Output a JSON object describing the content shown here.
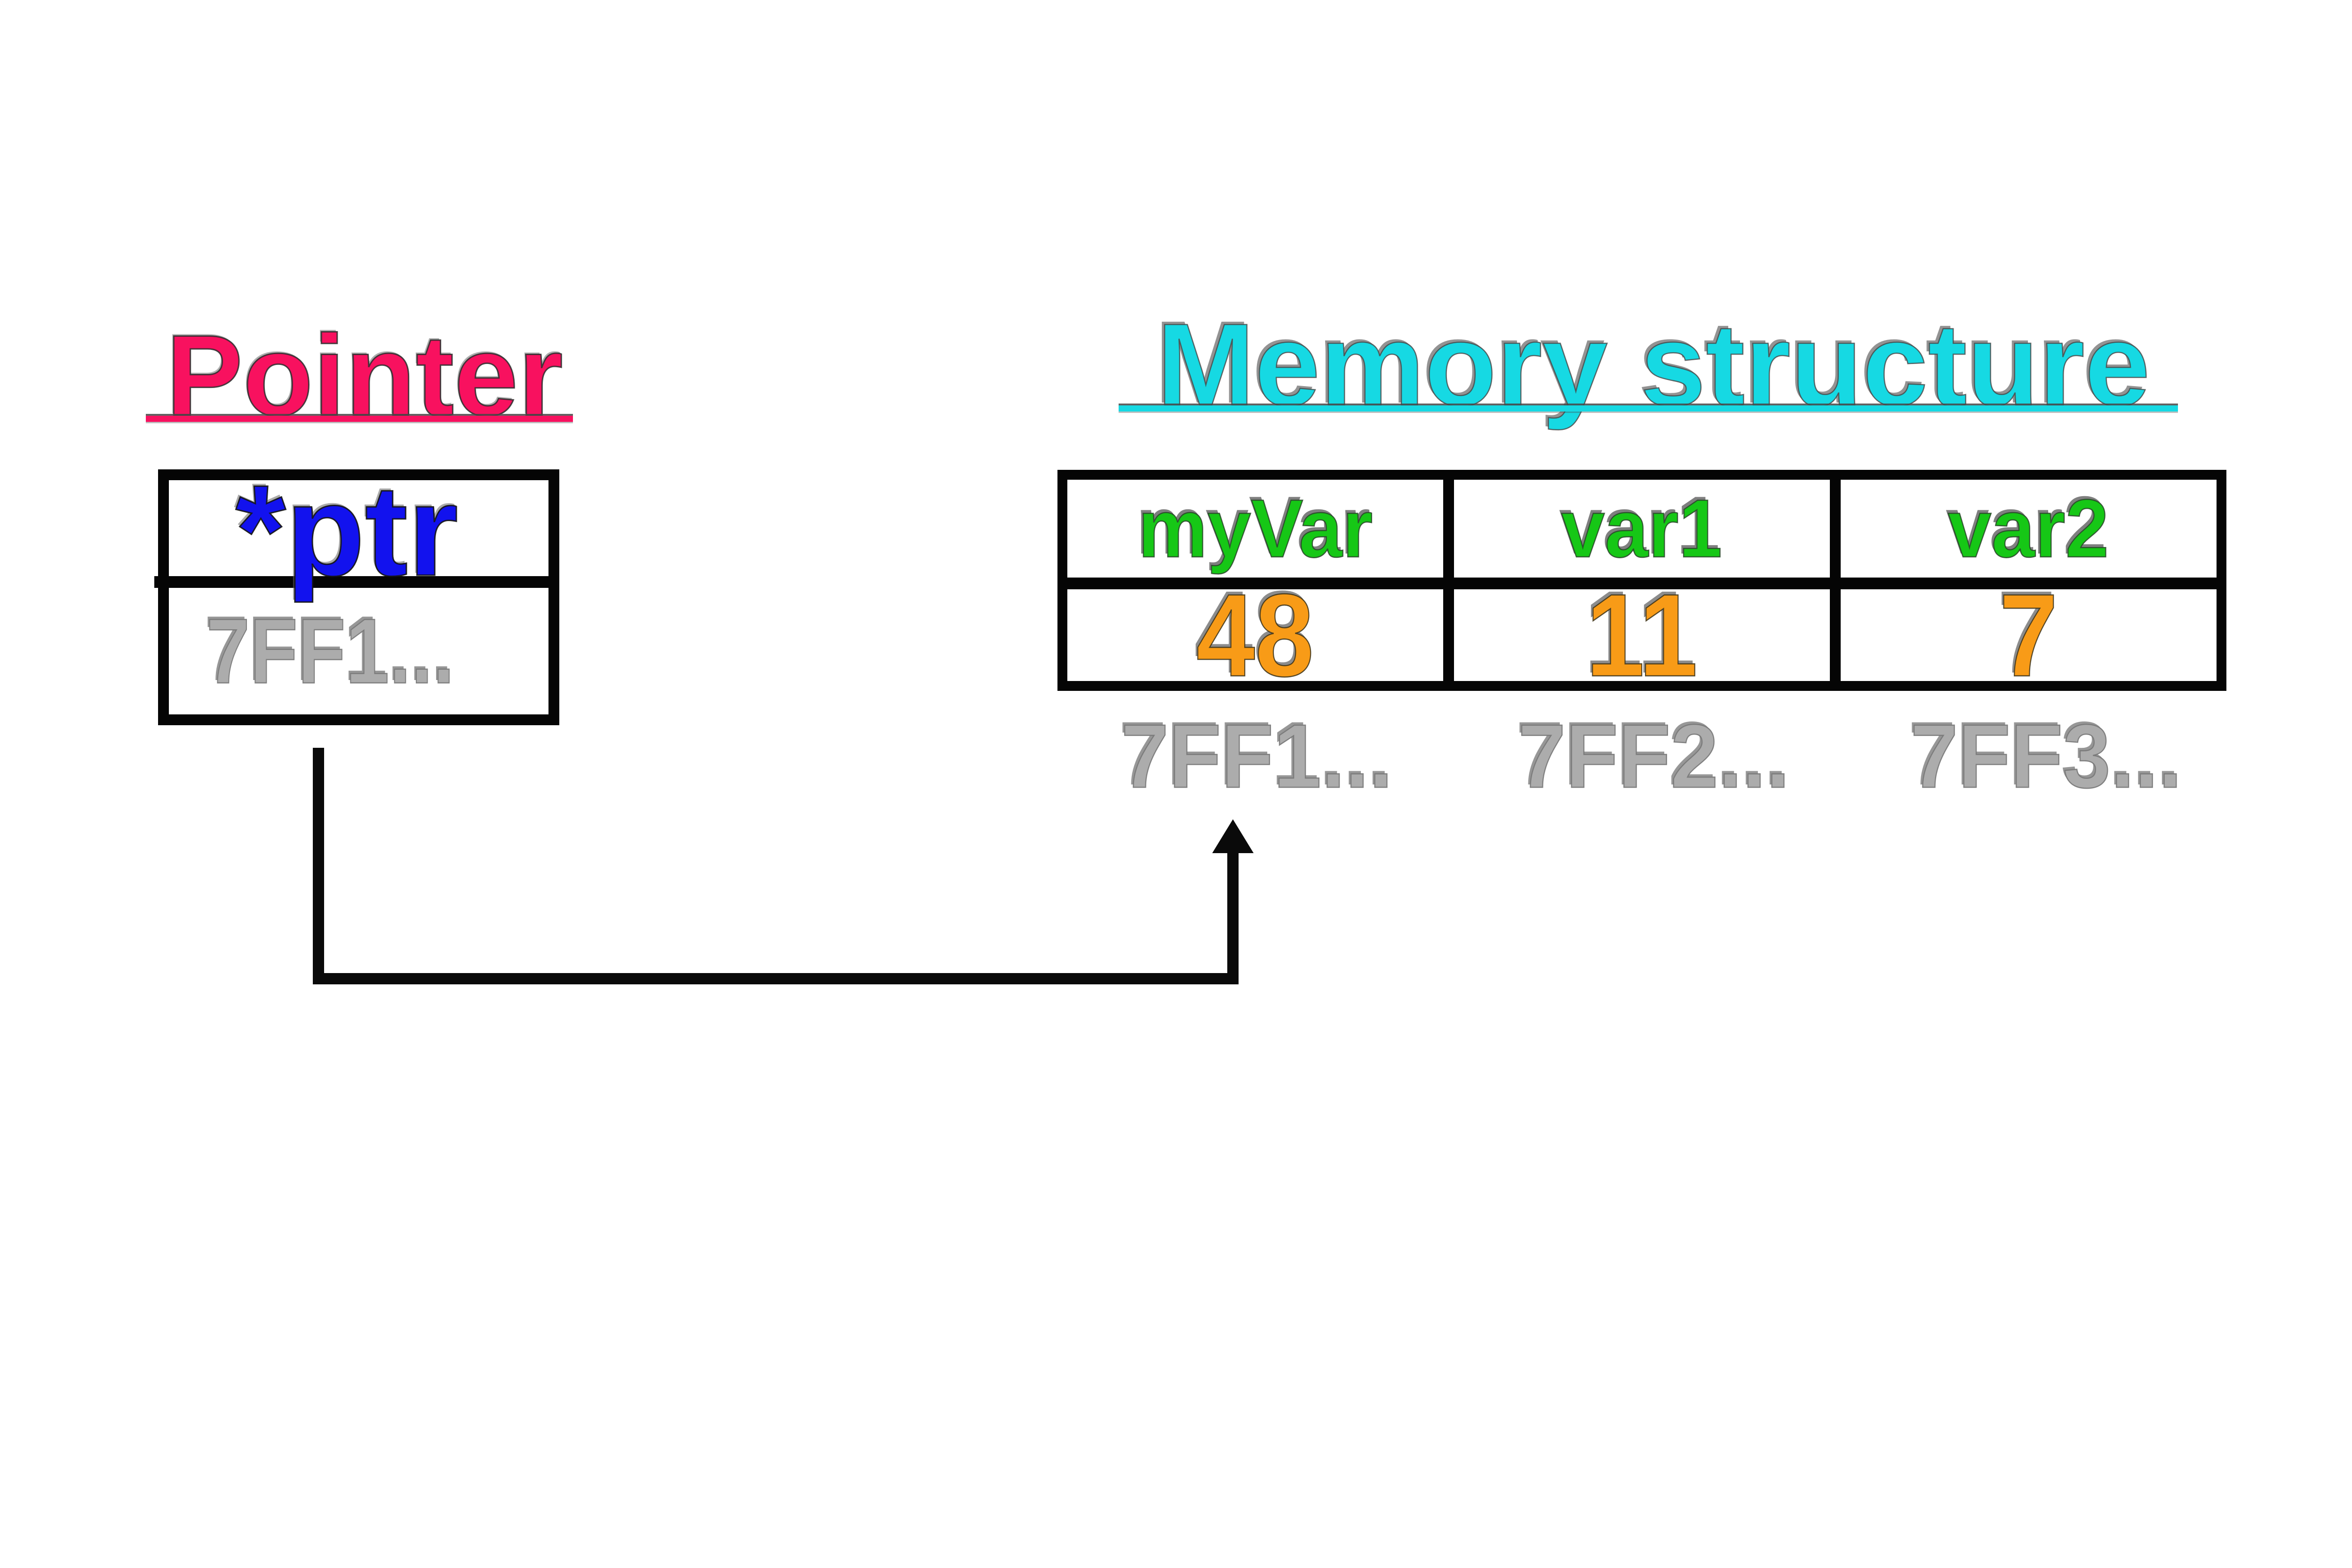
{
  "pointer_section": {
    "title": "Pointer",
    "title_color": "#F8115F",
    "box": {
      "name": "*ptr",
      "name_color": "#1212EE",
      "address": "7FF1...",
      "address_color": "#ACACAC"
    }
  },
  "memory_section": {
    "title": "Memory structure",
    "title_color": "#16D9E3",
    "name_color": "#16C716",
    "value_color": "#F89B17",
    "address_color": "#ACACAC",
    "cells": [
      {
        "name": "myVar",
        "value": "48",
        "address": "7FF1..."
      },
      {
        "name": "var1",
        "value": "11",
        "address": "7FF2..."
      },
      {
        "name": "var2",
        "value": "7",
        "address": "7FF3..."
      }
    ]
  },
  "arrow": {
    "color": "#0A0A0A",
    "points_to": "7FF1..."
  }
}
